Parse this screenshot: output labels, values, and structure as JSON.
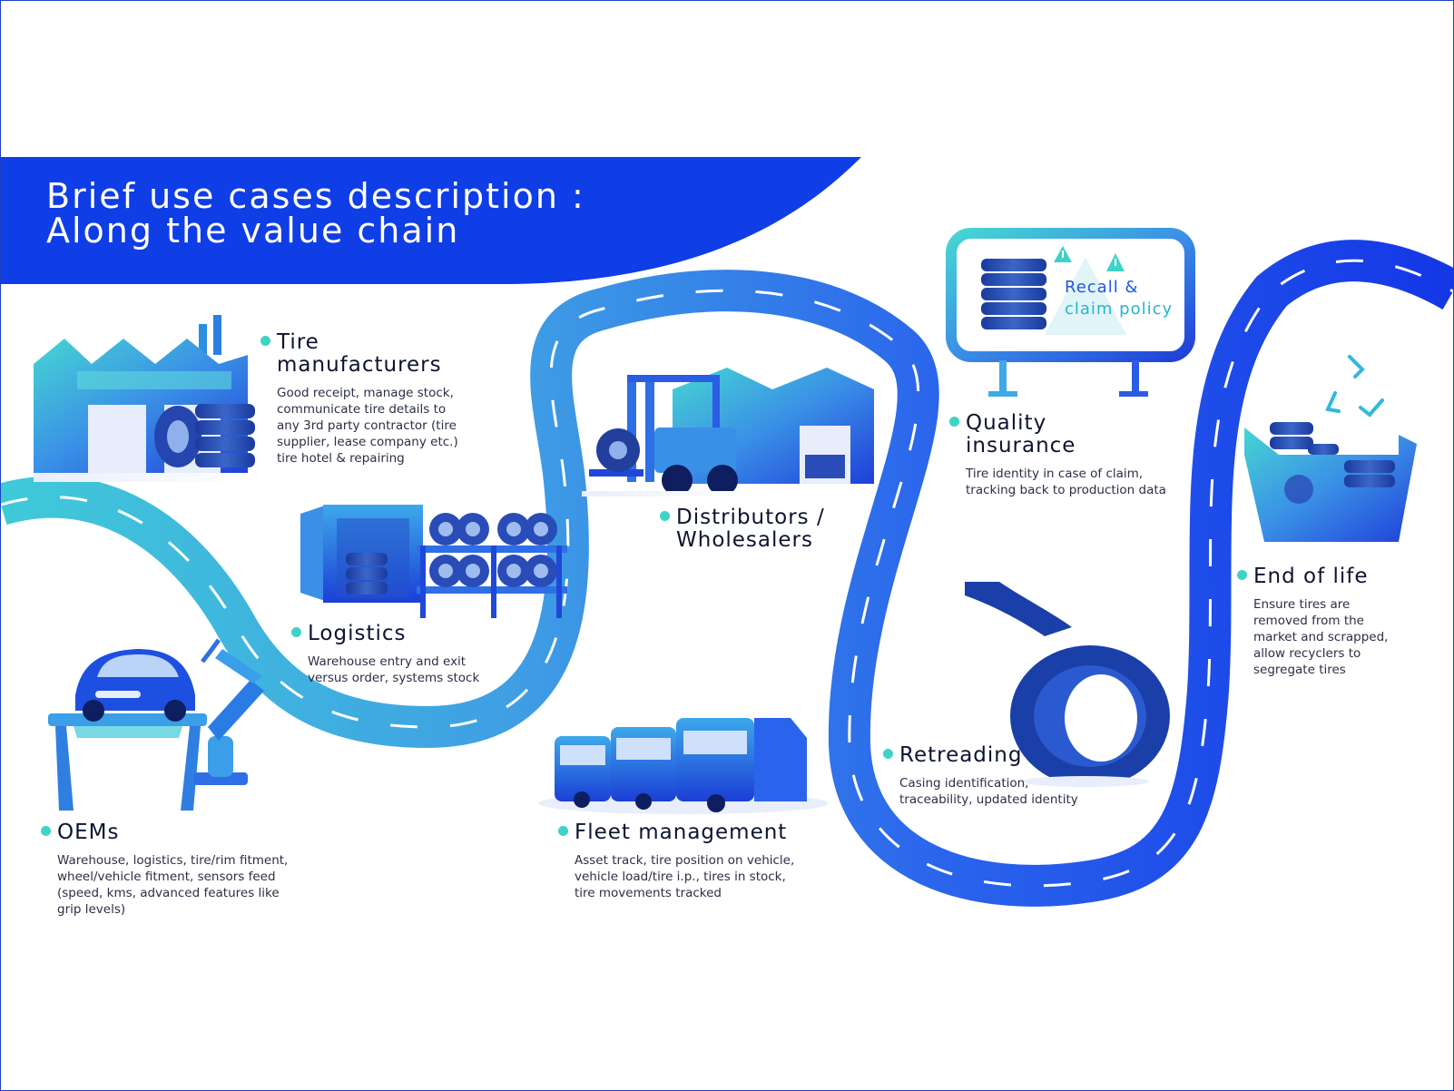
{
  "header": {
    "line1": "Brief use cases description :",
    "line2": "Along the value chain"
  },
  "sign": {
    "line1": "Recall &",
    "line2": "claim policy"
  },
  "stages": [
    {
      "id": "tire-manufacturers",
      "title": "Tire",
      "title2": "manufacturers",
      "desc": "Good receipt, manage stock,\ncommunicate tire details to\nany 3rd party contractor (tire\nsupplier, lease company etc.)\ntire hotel & repairing"
    },
    {
      "id": "logistics",
      "title": "Logistics",
      "title2": "",
      "desc": "Warehouse entry and exit\nversus order, systems stock"
    },
    {
      "id": "oems",
      "title": "OEMs",
      "title2": "",
      "desc": "Warehouse, logistics, tire/rim fitment,\nwheel/vehicle fitment, sensors feed\n(speed, kms, advanced features like\ngrip levels)"
    },
    {
      "id": "distributors",
      "title": "Distributors /",
      "title2": "Wholesalers",
      "desc": ""
    },
    {
      "id": "fleet-management",
      "title": "Fleet management",
      "title2": "",
      "desc": "Asset track, tire position on vehicle,\nvehicle load/tire i.p., tires in stock,\ntire movements tracked"
    },
    {
      "id": "quality-insurance",
      "title": "Quality",
      "title2": "insurance",
      "desc": "Tire identity in case of claim,\ntracking back to production data"
    },
    {
      "id": "retreading",
      "title": "Retreading",
      "title2": "",
      "desc": "Casing identification,\ntraceability, updated identity"
    },
    {
      "id": "end-of-life",
      "title": "End of life",
      "title2": "",
      "desc": "Ensure tires are\nremoved from the\nmarket and scrapped,\nallow recyclers to\nsegregate tires"
    }
  ],
  "icons": [
    "factory-icon",
    "tire-stack-icon",
    "truck-container-icon",
    "tire-rack-icon",
    "car-on-lift-icon",
    "robot-arm-icon",
    "forklift-icon",
    "warehouse-icon",
    "trucks-fleet-icon",
    "billboard-icon",
    "warning-icon",
    "retread-tire-icon",
    "recycle-icon",
    "scrap-bin-icon"
  ],
  "colors": {
    "accent": "#0f3de6",
    "teal": "#3ed3c6",
    "road_start": "#3fc8d8",
    "road_end": "#1a3fe8"
  }
}
